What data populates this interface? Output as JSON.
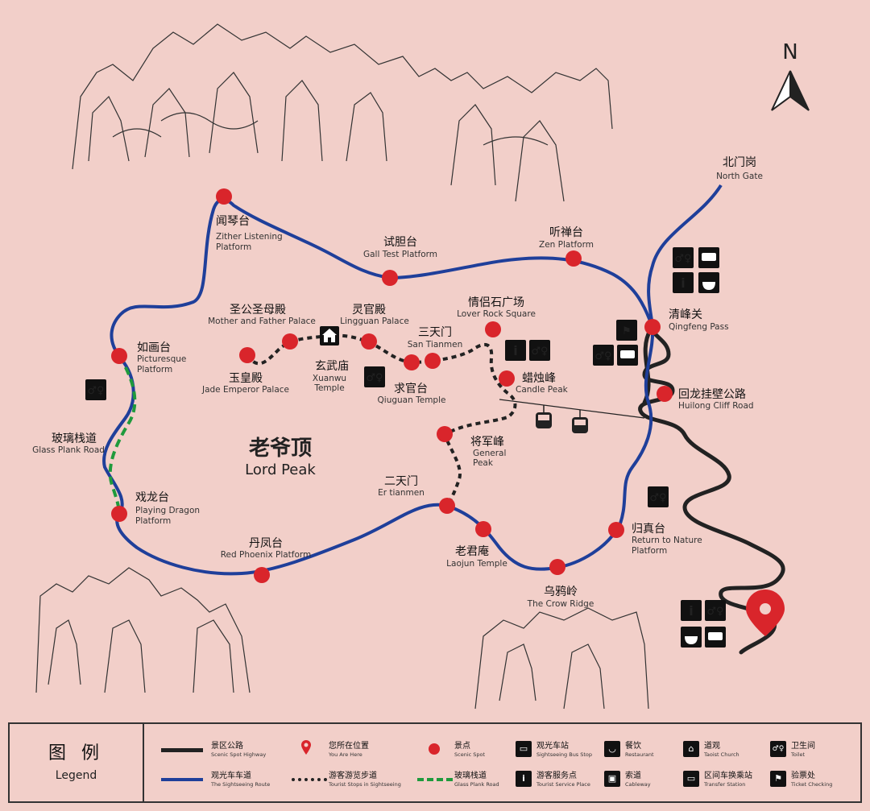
{
  "north": "N",
  "center": {
    "zh": "老爷顶",
    "en": "Lord Peak"
  },
  "spots": [
    {
      "id": "wenqin",
      "zh": "闻琴台",
      "en1": "Zither Listening",
      "en2": "Platform"
    },
    {
      "id": "shidan",
      "zh": "试胆台",
      "en1": "Gall Test Platform",
      "en2": ""
    },
    {
      "id": "tingchan",
      "zh": "听禅台",
      "en1": "Zen Platform",
      "en2": ""
    },
    {
      "id": "qingfeng",
      "zh": "清峰关",
      "en1": "Qingfeng Pass",
      "en2": ""
    },
    {
      "id": "huilong",
      "zh": "回龙挂壁公路",
      "en1": "Huilong Cliff Road",
      "en2": ""
    },
    {
      "id": "beimen",
      "zh": "北门岗",
      "en1": "North Gate",
      "en2": ""
    },
    {
      "id": "ruhua",
      "zh": "如画台",
      "en1": "Picturesque",
      "en2": "Platform"
    },
    {
      "id": "boli",
      "zh": "玻璃栈道",
      "en1": "Glass Plank Road",
      "en2": ""
    },
    {
      "id": "xilong",
      "zh": "戏龙台",
      "en1": "Playing Dragon",
      "en2": "Platform"
    },
    {
      "id": "danfeng",
      "zh": "丹凤台",
      "en1": "Red Phoenix Platform",
      "en2": ""
    },
    {
      "id": "shenggong",
      "zh": "圣公圣母殿",
      "en1": "Mother and Father Palace",
      "en2": ""
    },
    {
      "id": "lingguan",
      "zh": "灵官殿",
      "en1": "Lingguan Palace",
      "en2": ""
    },
    {
      "id": "santian",
      "zh": "三天门",
      "en1": "San Tianmen",
      "en2": ""
    },
    {
      "id": "qinglv",
      "zh": "情侣石广场",
      "en1": "Lover Rock Square",
      "en2": ""
    },
    {
      "id": "yuhuang",
      "zh": "玉皇殿",
      "en1": "Jade Emperor Palace",
      "en2": ""
    },
    {
      "id": "xuanwu",
      "zh": "玄武庙",
      "en1": "Xuanwu",
      "en2": "Temple"
    },
    {
      "id": "qiuguan",
      "zh": "求官台",
      "en1": "Qiuguan Temple",
      "en2": ""
    },
    {
      "id": "lazhu",
      "zh": "蜡烛峰",
      "en1": "Candle Peak",
      "en2": ""
    },
    {
      "id": "jiangjun",
      "zh": "将军峰",
      "en1": "General",
      "en2": "Peak"
    },
    {
      "id": "ertian",
      "zh": "二天门",
      "en1": "Er tianmen",
      "en2": ""
    },
    {
      "id": "laojun",
      "zh": "老君庵",
      "en1": "Laojun Temple",
      "en2": ""
    },
    {
      "id": "wuya",
      "zh": "乌鸦岭",
      "en1": "The Crow Ridge",
      "en2": ""
    },
    {
      "id": "guizhen",
      "zh": "归真台",
      "en1": "Return to Nature",
      "en2": "Platform"
    }
  ],
  "legend": {
    "title_zh": "图 例",
    "title_en": "Legend",
    "items": [
      {
        "zh": "景区公路",
        "en": "Scenic Spot Highway"
      },
      {
        "zh": "您所在位置",
        "en": "You Are Here"
      },
      {
        "zh": "景点",
        "en": "Scenic Spot"
      },
      {
        "zh": "观光车站",
        "en": "Sightseeing Bus Stop"
      },
      {
        "zh": "餐饮",
        "en": "Restaurant"
      },
      {
        "zh": "道观",
        "en": "Taoist Church"
      },
      {
        "zh": "卫生间",
        "en": "Toilet"
      },
      {
        "zh": "观光车车道",
        "en": "The Sightseeing Route"
      },
      {
        "zh": "游客游览步道",
        "en": "Tourist Stops in Sightseeing"
      },
      {
        "zh": "玻璃栈道",
        "en": "Glass Plank Road"
      },
      {
        "zh": "游客服务点",
        "en": "Tourist Service Place"
      },
      {
        "zh": "索道",
        "en": "Cableway"
      },
      {
        "zh": "区间车换乘站",
        "en": "Transfer Station"
      },
      {
        "zh": "验票处",
        "en": "Ticket Checking"
      }
    ]
  },
  "colors": {
    "background": "#f2cfc9",
    "route": "#1f3f9a",
    "spot": "#d9252b",
    "highway": "#222222",
    "glass": "#1f9a3c"
  }
}
